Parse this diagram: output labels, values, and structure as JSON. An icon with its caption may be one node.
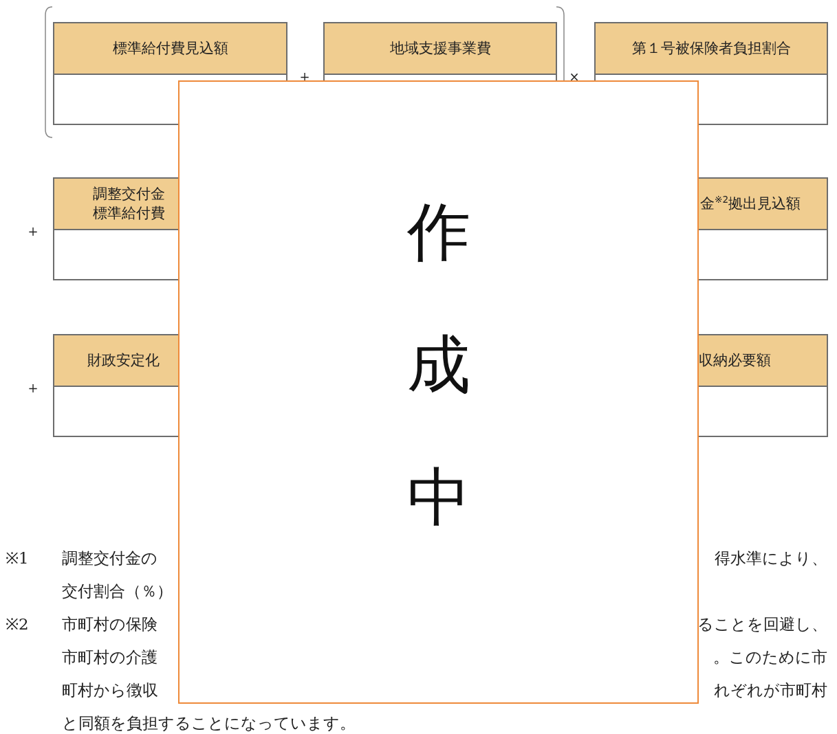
{
  "diagram": {
    "nodes": [
      {
        "text": [
          "標準給付費見込額"
        ]
      },
      {
        "text": [
          "地域支援事業費"
        ]
      },
      {
        "text": [
          "第１号被保険者負担割合"
        ]
      },
      {
        "text": [
          "調整交付金標準給付費"
        ]
      },
      {
        "text": [
          "金$^{※2}$拠出見込額"
        ]
      },
      {
        "text": [
          "財政安定化"
        ]
      },
      {
        "text": [
          "収納必要額"
        ]
      },
      {
        "text": [
          "作成中"
        ]
      }
    ],
    "labels": [
      "+",
      "×",
      "+",
      "+",
      "※1",
      "調整交付金の",
      "得水準により、",
      "交付割合（％）",
      "※2",
      "市町村の保険",
      "ることを回避し、",
      "市町村の介護",
      "。このために市",
      "町村から徴収",
      "れぞれが市町村",
      "と同額を負担することになっています。"
    ]
  }
}
